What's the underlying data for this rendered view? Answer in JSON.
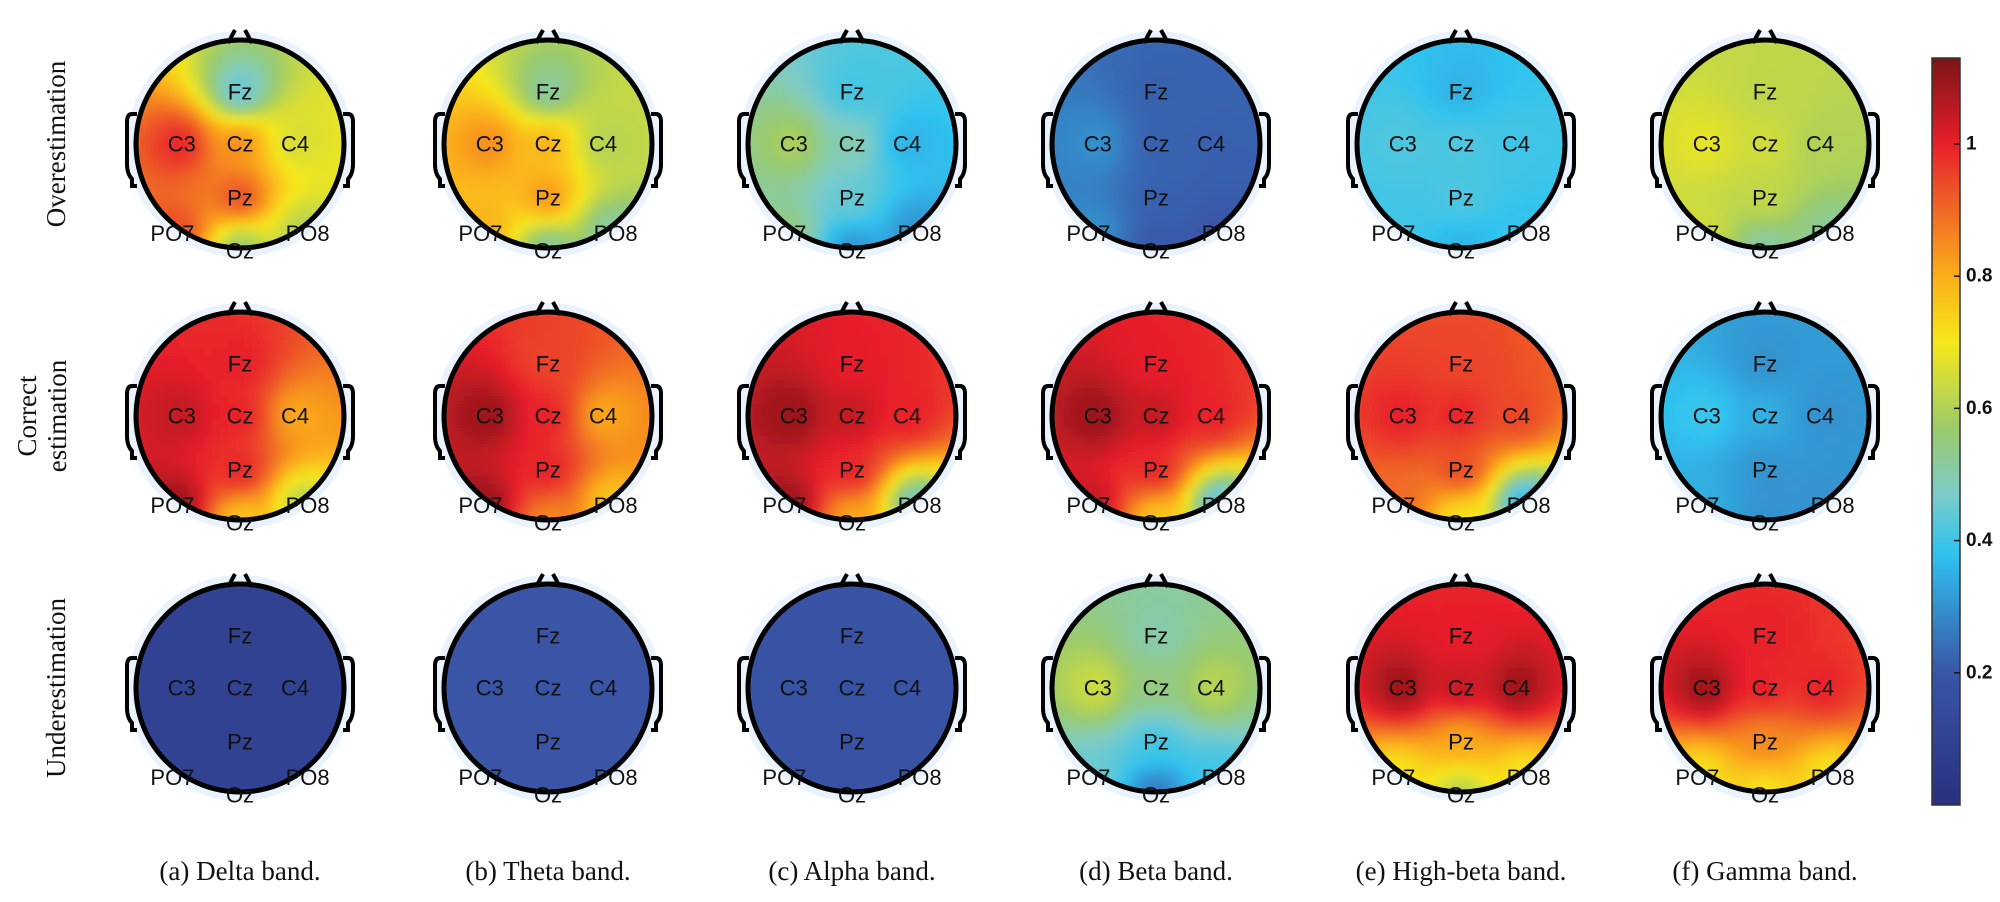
{
  "chart_data": {
    "type": "heatmap",
    "subtype": "eeg-topographic-map",
    "row_labels": [
      [
        "Overestimation"
      ],
      [
        "Correct",
        "estimation"
      ],
      [
        "Underestimation"
      ]
    ],
    "column_captions": [
      "(a) Delta band.",
      "(b) Theta band.",
      "(c) Alpha band.",
      "(d) Beta band.",
      "(e) High-beta band.",
      "(f) Gamma band."
    ],
    "electrodes": [
      "Fz",
      "C3",
      "Cz",
      "C4",
      "Pz",
      "PO7",
      "PO8",
      "Oz"
    ],
    "values": [
      [
        [
          0.42,
          1.0,
          0.85,
          0.65,
          0.95,
          0.95,
          0.6,
          0.55
        ],
        [
          0.5,
          0.85,
          0.8,
          0.6,
          0.85,
          0.8,
          0.5,
          0.5
        ],
        [
          0.4,
          0.6,
          0.5,
          0.35,
          0.45,
          0.55,
          0.3,
          0.3
        ],
        [
          0.22,
          0.3,
          0.22,
          0.22,
          0.22,
          0.3,
          0.2,
          0.2
        ],
        [
          0.35,
          0.42,
          0.42,
          0.4,
          0.42,
          0.4,
          0.38,
          0.35
        ],
        [
          0.62,
          0.68,
          0.65,
          0.6,
          0.63,
          0.65,
          0.52,
          0.5
        ]
      ],
      [
        [
          1.0,
          1.05,
          1.0,
          0.8,
          1.0,
          1.1,
          0.6,
          0.75
        ],
        [
          0.95,
          1.1,
          1.0,
          0.8,
          1.0,
          1.1,
          0.75,
          0.85
        ],
        [
          1.0,
          1.1,
          1.05,
          1.0,
          1.0,
          1.1,
          0.45,
          0.8
        ],
        [
          1.0,
          1.1,
          1.05,
          1.0,
          1.0,
          1.05,
          0.4,
          0.75
        ],
        [
          0.95,
          1.0,
          1.0,
          0.95,
          0.95,
          0.9,
          0.35,
          0.7
        ],
        [
          0.3,
          0.4,
          0.35,
          0.3,
          0.3,
          0.35,
          0.3,
          0.3
        ]
      ],
      [
        [
          0.1,
          0.1,
          0.1,
          0.1,
          0.1,
          0.1,
          0.1,
          0.1
        ],
        [
          0.2,
          0.2,
          0.2,
          0.2,
          0.2,
          0.2,
          0.2,
          0.2
        ],
        [
          0.19,
          0.19,
          0.19,
          0.19,
          0.19,
          0.19,
          0.19,
          0.19
        ],
        [
          0.5,
          0.65,
          0.55,
          0.62,
          0.4,
          0.45,
          0.4,
          0.25
        ],
        [
          1.0,
          1.1,
          1.05,
          1.1,
          0.8,
          0.7,
          0.7,
          0.6
        ],
        [
          1.0,
          1.1,
          1.0,
          1.0,
          0.85,
          0.7,
          0.7,
          0.7
        ]
      ]
    ],
    "colorbar": {
      "ticks": [
        "1",
        "0.8",
        "0.6",
        "0.4",
        "0.2"
      ],
      "tick_values": [
        1,
        0.8,
        0.6,
        0.4,
        0.2
      ],
      "range": [
        0,
        1.13
      ],
      "colormap": [
        "#29307f",
        "#3a55a6",
        "#2fc3ef",
        "#7ccbc8",
        "#9ccb6a",
        "#f6e81a",
        "#fbae1a",
        "#ee5a28",
        "#e81f2a",
        "#7a1417"
      ]
    }
  }
}
